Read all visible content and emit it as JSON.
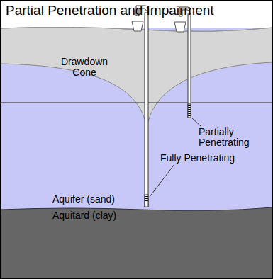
{
  "diagram": {
    "title": "Partial Penetration and Impairment",
    "nodes": [
      {
        "text": [
          "Aquifer (sand)"
        ]
      },
      {
        "text": [
          "Aquitard (clay)"
        ]
      }
    ],
    "labels": [
      "Drawdown Cone",
      "Partially Penetrating",
      "Fully Penetrating"
    ]
  }
}
